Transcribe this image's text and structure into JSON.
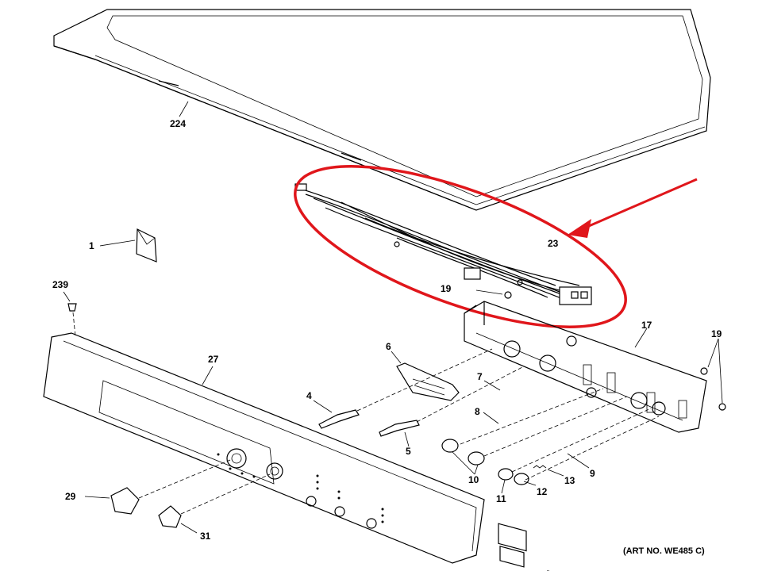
{
  "labels": {
    "p224": "224",
    "p1": "1",
    "p239": "239",
    "p27": "27",
    "p29": "29",
    "p31": "31",
    "p4": "4",
    "p5": "5",
    "p6": "6",
    "p7": "7",
    "p8": "8",
    "p10": "10",
    "p11": "11",
    "p12": "12",
    "p13": "13",
    "p9": "9",
    "p17": "17",
    "p19a": "19",
    "p19b": "19",
    "p23": "23"
  },
  "art_number": "(ART NO. WE485 C)",
  "colors": {
    "highlight": "#e0161b",
    "ink": "#000000"
  }
}
